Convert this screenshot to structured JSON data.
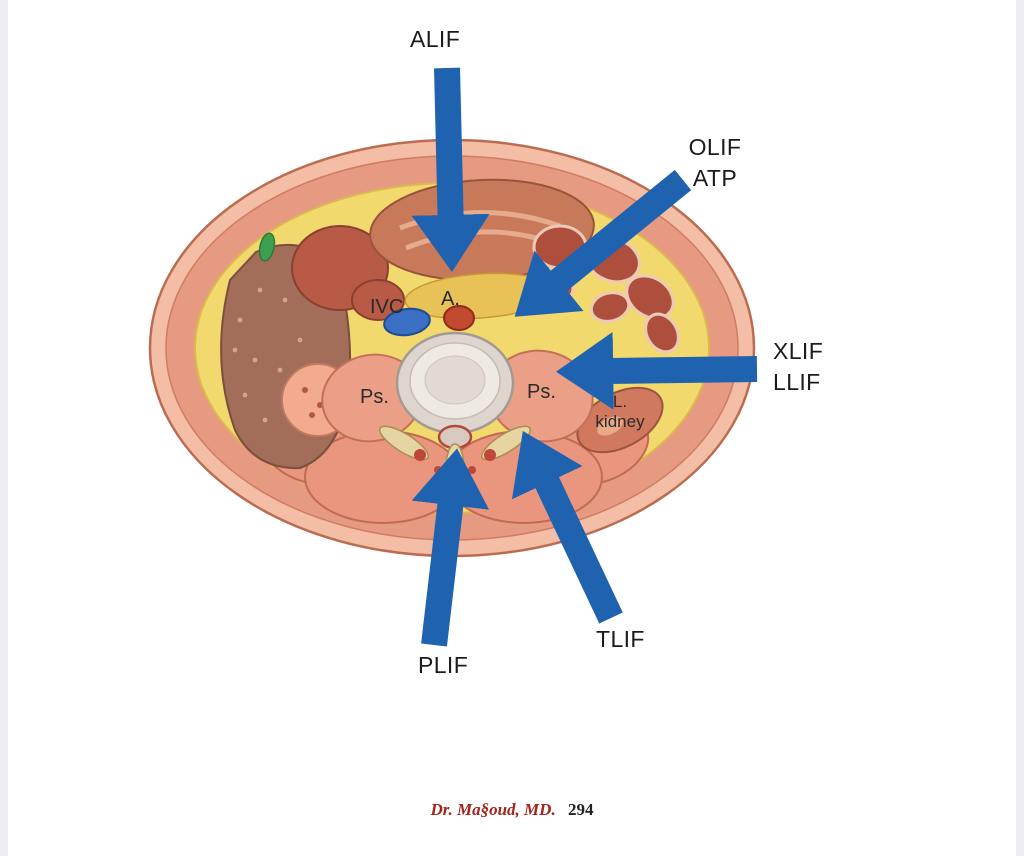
{
  "colors": {
    "arrow": "#1f63b0",
    "author": "#a3241c",
    "ink": "#1b1b1b"
  },
  "annotations": {
    "alif": "ALIF",
    "olif": "OLIF",
    "atp": "ATP",
    "xlif": "XLIF",
    "llif": "LLIF",
    "tlif": "TLIF",
    "plif": "PLIF"
  },
  "anatomy_labels": {
    "ivc": "IVC",
    "aorta": "A.",
    "psoas_left": "Ps.",
    "psoas_right": "Ps.",
    "kidney_line1": "L.",
    "kidney_line2": "kidney"
  },
  "footer": {
    "author": "Dr. Ma§oud, MD.",
    "page": "294"
  }
}
